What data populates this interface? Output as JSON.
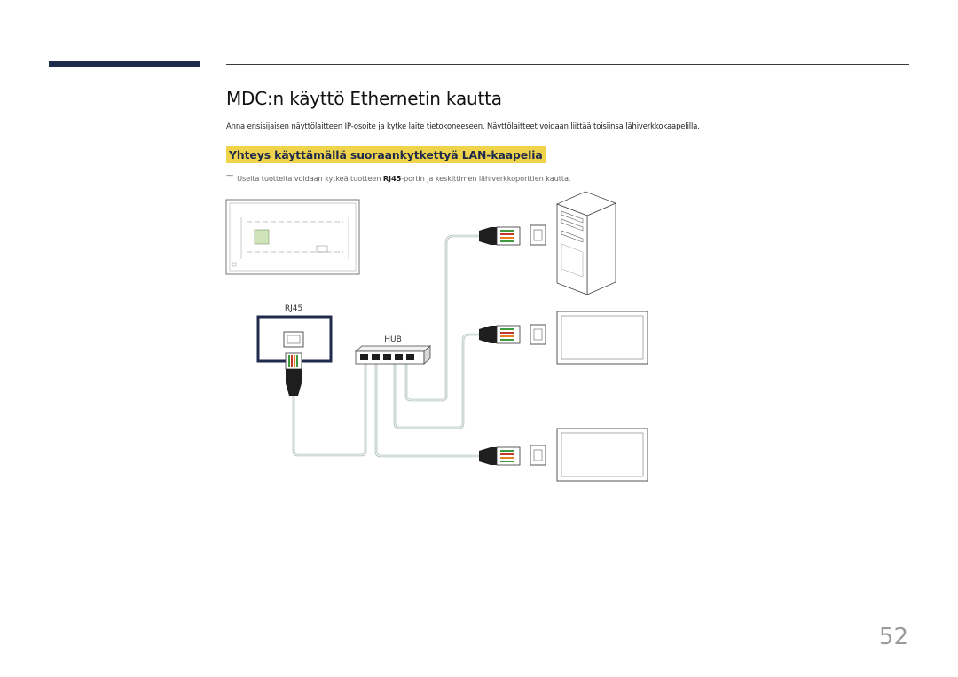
{
  "heading": {
    "title": "MDC:n käyttö Ethernetin kautta",
    "intro": "Anna ensisijaisen näyttölaitteen IP-osoite ja kytke laite tietokoneeseen. Näyttölaitteet voidaan liittää toisiinsa lähiverkkokaapelilla."
  },
  "section": {
    "subheading": "Yhteys käyttämällä suoraankytkettyä LAN-kaapelia",
    "note_before": "Useita tuotteita voidaan kytkeä tuotteen ",
    "note_port": "RJ45",
    "note_after": "-portin ja keskittimen lähiverkkoporttien kautta."
  },
  "diagram": {
    "rj45_label": "RJ45",
    "hub_label": "HUB",
    "colors": {
      "outline": "#555555",
      "inset_frame": "#1f2a4d",
      "cable": "#8fa8a0",
      "connector": "#1e1e1e",
      "wire_green": "#3f9a3f",
      "wire_red": "#c0392b",
      "wire_orange": "#e67e22"
    }
  },
  "footer": {
    "page_number": "52"
  }
}
